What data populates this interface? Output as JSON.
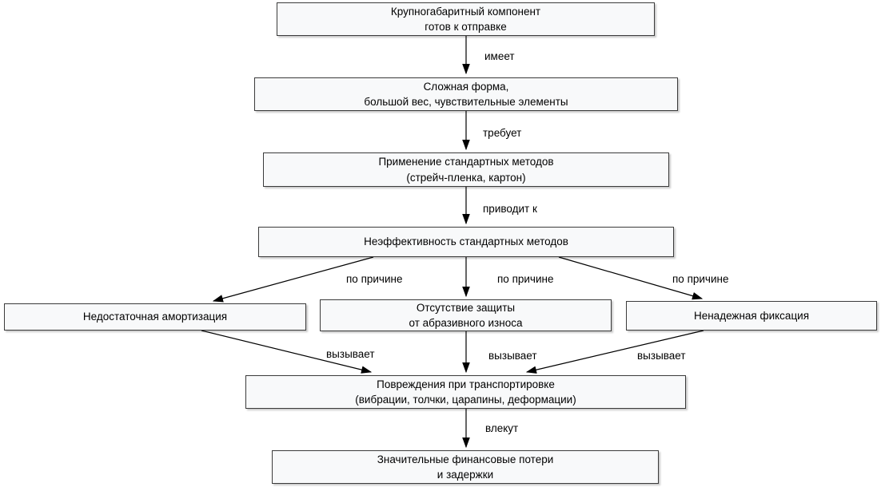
{
  "diagram": {
    "nodes": {
      "component_ready": {
        "text": "Крупногабаритный компонент\nготов к отправке"
      },
      "properties": {
        "text": "Сложная форма,\nбольшой вес, чувствительные элементы"
      },
      "standard_methods": {
        "text": "Применение стандартных методов\n(стрейч-пленка, картон)"
      },
      "ineffectiveness": {
        "text": "Неэффективность стандартных методов"
      },
      "insufficient_cushioning": {
        "text": "Недостаточная амортизация"
      },
      "no_abrasion_protection": {
        "text": "Отсутствие защиты\nот абразивного износа"
      },
      "unreliable_fixation": {
        "text": "Ненадежная фиксация"
      },
      "transport_damage": {
        "text": "Повреждения при транспортировке\n(вибрации, толчки, царапины, деформации)"
      },
      "financial_losses": {
        "text": "Значительные финансовые потери\nи задержки"
      }
    },
    "edge_labels": {
      "has": "имеет",
      "requires": "требует",
      "leads_to": "приводит к",
      "due_to_left": "по причине",
      "due_to_mid": "по причине",
      "due_to_right": "по причине",
      "causes_left": "вызывает",
      "causes_mid": "вызывает",
      "causes_right": "вызывает",
      "entail": "влекут"
    },
    "colors": {
      "node_fill": "#f8f9fa",
      "node_border": "#3b3b3b",
      "arrow": "#000000"
    }
  }
}
